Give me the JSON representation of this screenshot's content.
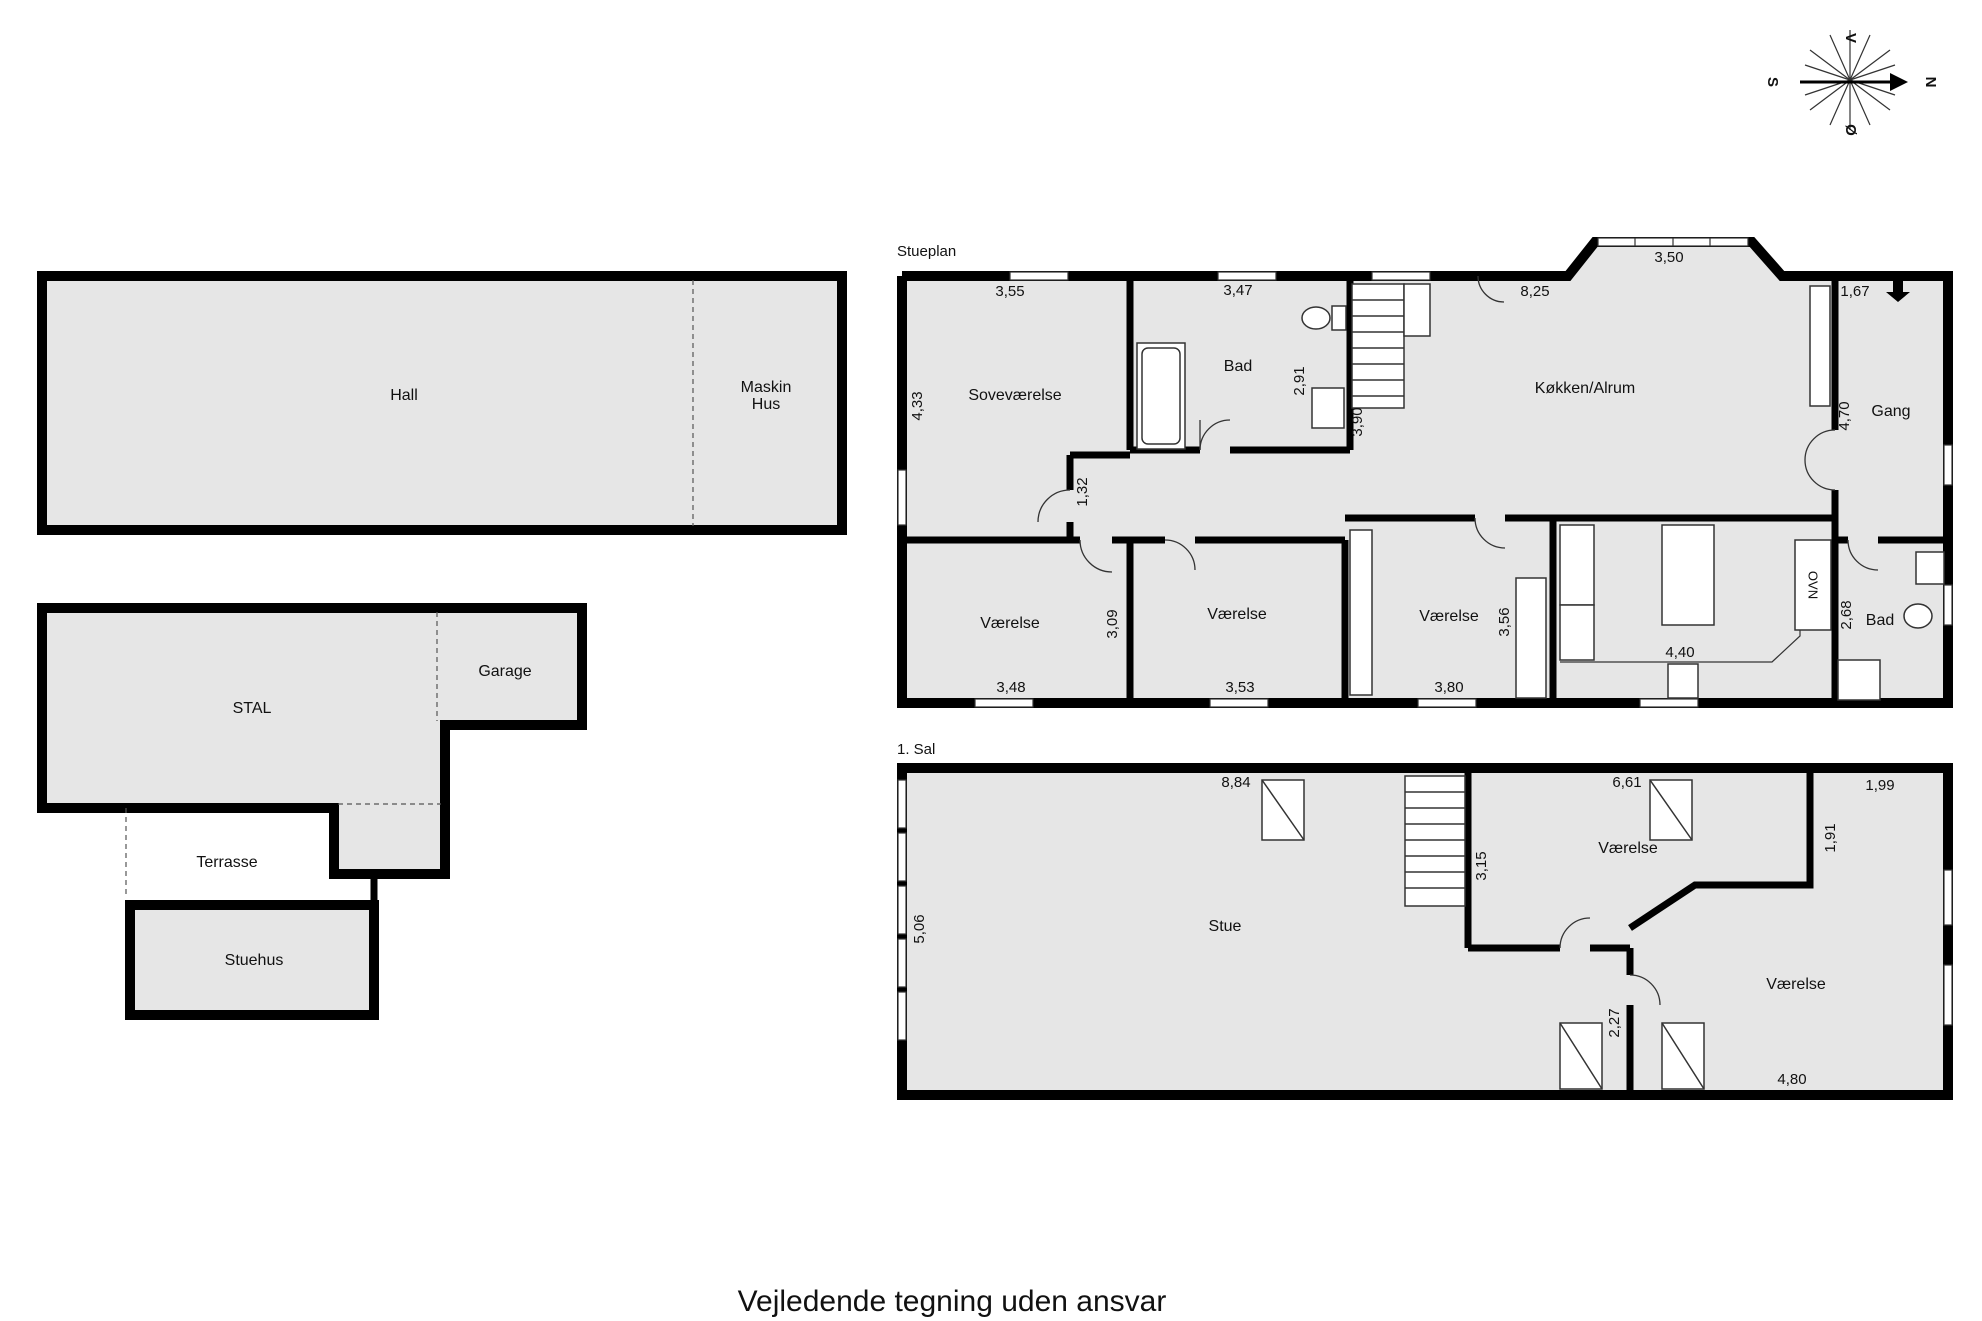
{
  "disclaimer": "Vejledende tegning uden ansvar",
  "compass": {
    "n": "N",
    "s": "S",
    "v": "V",
    "o": "Ø"
  },
  "site": {
    "hall": "Hall",
    "maskin_line1": "Maskin",
    "maskin_line2": "Hus",
    "stal": "STAL",
    "garage": "Garage",
    "terrasse": "Terrasse",
    "stuehus": "Stuehus"
  },
  "stueplan": {
    "title": "Stueplan",
    "rooms": {
      "sovevaerelse": "Soveværelse",
      "bad1": "Bad",
      "kokken": "Køkken/Alrum",
      "gang": "Gang",
      "vaerelse1": "Værelse",
      "vaerelse2": "Værelse",
      "vaerelse3": "Værelse",
      "bad2": "Bad",
      "ovn": "OVN"
    },
    "dims": {
      "d355": "3,55",
      "d347": "3,47",
      "d825": "8,25",
      "d350": "3,50",
      "d167": "1,67",
      "d433": "4,33",
      "d291": "2,91",
      "d390": "3,90",
      "d470": "4,70",
      "d132": "1,32",
      "d309": "3,09",
      "d356": "3,56",
      "d268": "2,68",
      "d440": "4,40",
      "d348": "3,48",
      "d353": "3,53",
      "d380": "3,80"
    }
  },
  "sal": {
    "title": "1. Sal",
    "rooms": {
      "stue": "Stue",
      "vaerelse1": "Værelse",
      "vaerelse2": "Værelse"
    },
    "dims": {
      "d884": "8,84",
      "d661": "6,61",
      "d199": "1,99",
      "d191": "1,91",
      "d315": "3,15",
      "d506": "5,06",
      "d227": "2,27",
      "d480": "4,80"
    }
  }
}
